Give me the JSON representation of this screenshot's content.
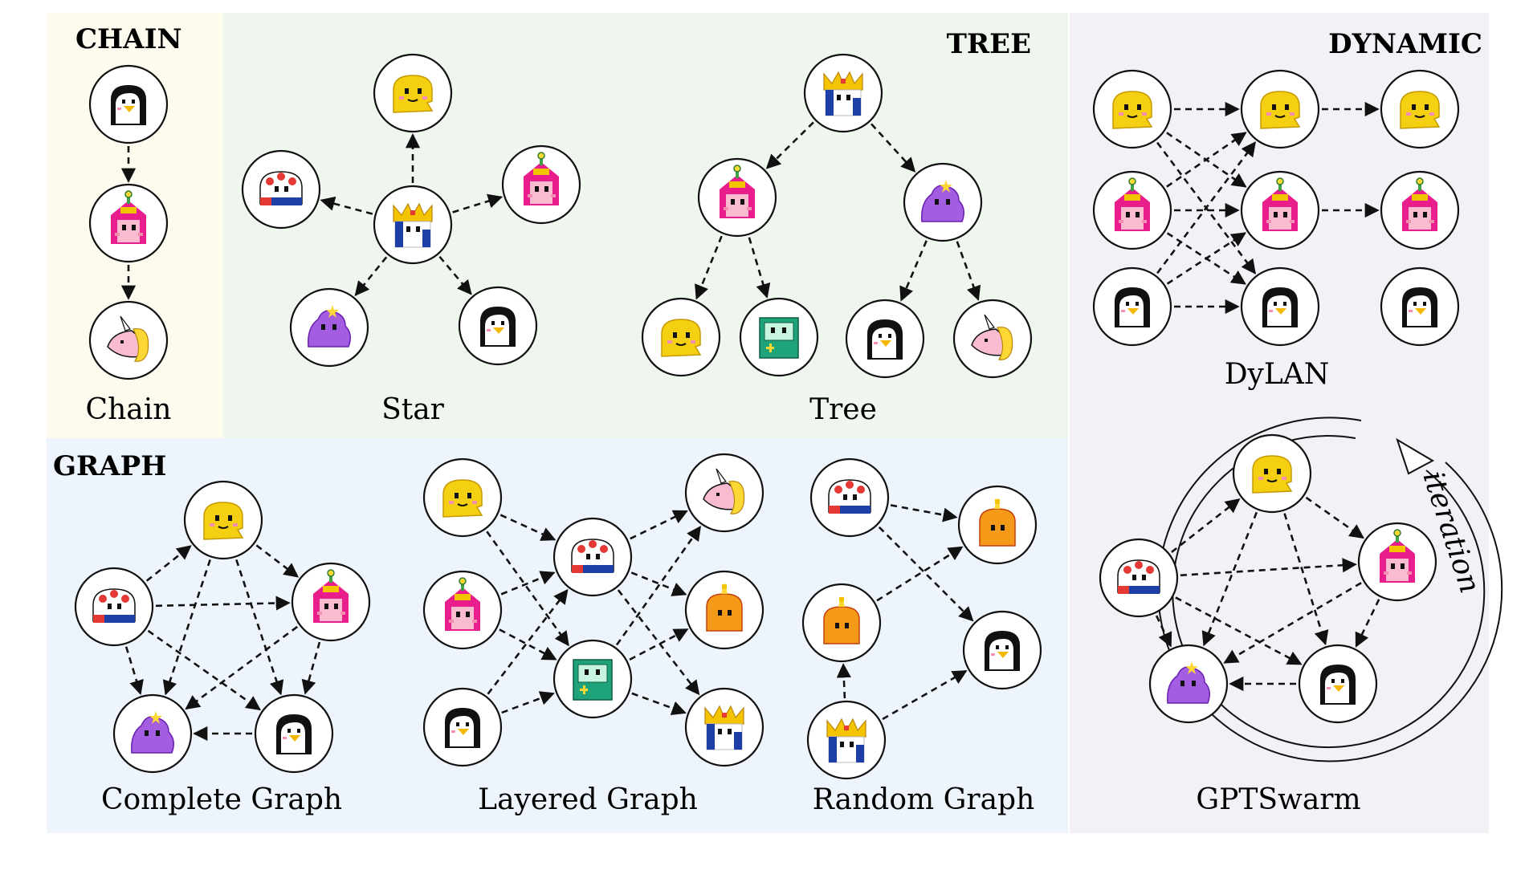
{
  "colors": {
    "chain_bg": "#fdfaee",
    "tree_bg": "#eef6ee",
    "dynamic_bg": "#f3f0f6",
    "graph_bg": "#eef4fb",
    "edge": "#111111",
    "node_stroke": "#111111"
  },
  "sections": {
    "chain": "CHAIN",
    "tree": "TREE",
    "dynamic": "DYNAMIC",
    "graph": "GRAPH"
  },
  "labels": {
    "chain": "Chain",
    "star": "Star",
    "tree": "Tree",
    "dylan": "DyLAN",
    "gptswarm": "GPTSwarm",
    "complete": "Complete Graph",
    "layered": "Layered Graph",
    "random": "Random Graph",
    "iteration": "iteration"
  },
  "characters": {
    "penguin": {
      "icon": "penguin-icon"
    },
    "princess": {
      "icon": "princess-icon"
    },
    "unicorn": {
      "icon": "unicorn-icon"
    },
    "blob": {
      "icon": "yellow-blob-icon"
    },
    "king": {
      "icon": "ice-king-icon"
    },
    "peppermint": {
      "icon": "peppermint-icon"
    },
    "lumpy": {
      "icon": "lumpy-icon"
    },
    "robot": {
      "icon": "robot-icon"
    },
    "flame": {
      "icon": "flame-princess-icon"
    }
  }
}
